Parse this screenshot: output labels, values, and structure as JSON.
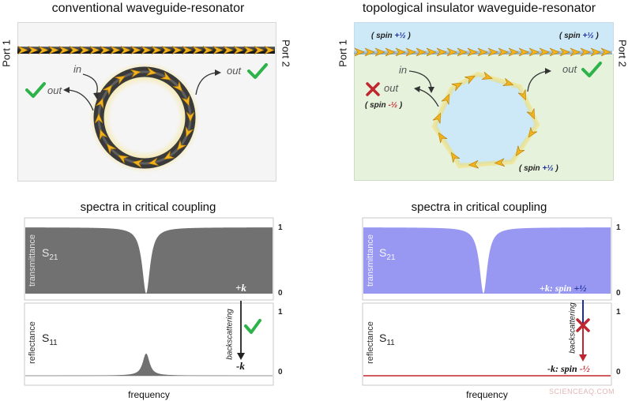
{
  "left_top": {
    "title": "conventional waveguide-resonator",
    "port1": "Port 1",
    "port2": "Port 2",
    "in_label": "in",
    "out_left": "out",
    "out_right": "out"
  },
  "right_top": {
    "title": "topological insulator waveguide-resonator",
    "port1": "Port 1",
    "port2": "Port 2",
    "spin_tl_pre": "( spin ",
    "spin_tl_val": "+½",
    "spin_tl_post": " )",
    "spin_tr_pre": "( spin ",
    "spin_tr_val": "+½",
    "spin_tr_post": " )",
    "in_label": "in",
    "out_left": "out",
    "out_right": "out",
    "spin_left_pre": "( spin ",
    "spin_left_val": "-½",
    "spin_left_post": " )",
    "spin_bottom_pre": "( spin ",
    "spin_bottom_val": "+½",
    "spin_bottom_post": " )"
  },
  "left_spectra": {
    "title": "spectra in critical coupling",
    "trans_label": "transmittance",
    "s21": "S",
    "s21_sub": "21",
    "refl_label": "reflectance",
    "s11": "S",
    "s11_sub": "11",
    "one_top": "1",
    "zero_top": "0",
    "one_bottom": "1",
    "zero_bottom": "0",
    "plus_k": "+k",
    "minus_k": "-k",
    "backscattering": "backscattering",
    "frequency": "frequency"
  },
  "right_spectra": {
    "title": "spectra in critical coupling",
    "trans_label": "transmittance",
    "s21": "S",
    "s21_sub": "21",
    "refl_label": "reflectance",
    "s11": "S",
    "s11_sub": "11",
    "one_top": "1",
    "zero_top": "0",
    "one_bottom": "1",
    "zero_bottom": "0",
    "plus_k": "+k",
    "plus_spin_pre": "spin ",
    "plus_spin_val": "+½",
    "minus_k": "-k",
    "minus_spin_pre": "spin ",
    "minus_spin_val": "-½",
    "backscattering": "backscattering",
    "frequency": "frequency"
  },
  "watermark": "SCIENCEAQ.COM",
  "colors": {
    "check": "#2eb24a",
    "cross": "#c0262d",
    "spin_plus": "#1c2f9c",
    "spin_minus": "#c0262d",
    "trans_gray": "#717171",
    "trans_blue": "#9898f2",
    "ti_blue": "#cde9f7",
    "ti_green": "#e6f2dc"
  },
  "icons": [
    "check-icon",
    "cross-icon",
    "arrow-icon"
  ],
  "chart_data": [
    {
      "type": "area",
      "title": "spectra in critical coupling",
      "xlabel": "frequency",
      "ylabel": "transmittance S21",
      "ylim": [
        0,
        1
      ],
      "series": [
        {
          "name": "S21",
          "shape": "Lorentzian dip",
          "min_value": 0
        },
        {
          "name": "S11",
          "shape": "Lorentzian peak",
          "peak_value": 0.3
        }
      ]
    },
    {
      "type": "area",
      "title": "spectra in critical coupling",
      "xlabel": "frequency",
      "ylabel": "transmittance S21",
      "ylim": [
        0,
        1
      ],
      "series": [
        {
          "name": "S21",
          "shape": "Lorentzian dip",
          "min_value": 0
        },
        {
          "name": "S11",
          "shape": "flat",
          "value": 0
        }
      ]
    }
  ]
}
